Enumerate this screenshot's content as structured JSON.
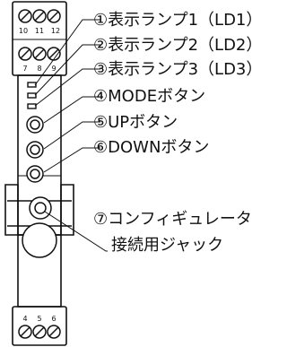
{
  "device": {
    "terminals_top": [
      "10",
      "11",
      "12",
      "7",
      "8",
      "9"
    ],
    "terminals_bottom": [
      "4",
      "5",
      "6"
    ]
  },
  "callouts": [
    {
      "id": "ld1",
      "label": "①表示ランプ1（LD1）"
    },
    {
      "id": "ld2",
      "label": "②表示ランプ2（LD2）"
    },
    {
      "id": "ld3",
      "label": "③表示ランプ3（LD3）"
    },
    {
      "id": "mode",
      "label": "④MODEボタン"
    },
    {
      "id": "up",
      "label": "⑤UPボタン"
    },
    {
      "id": "down",
      "label": "⑥DOWNボタン"
    },
    {
      "id": "jack",
      "label_line1": "⑦コンフィギュレータ",
      "label_line2": "接続用ジャック"
    }
  ]
}
